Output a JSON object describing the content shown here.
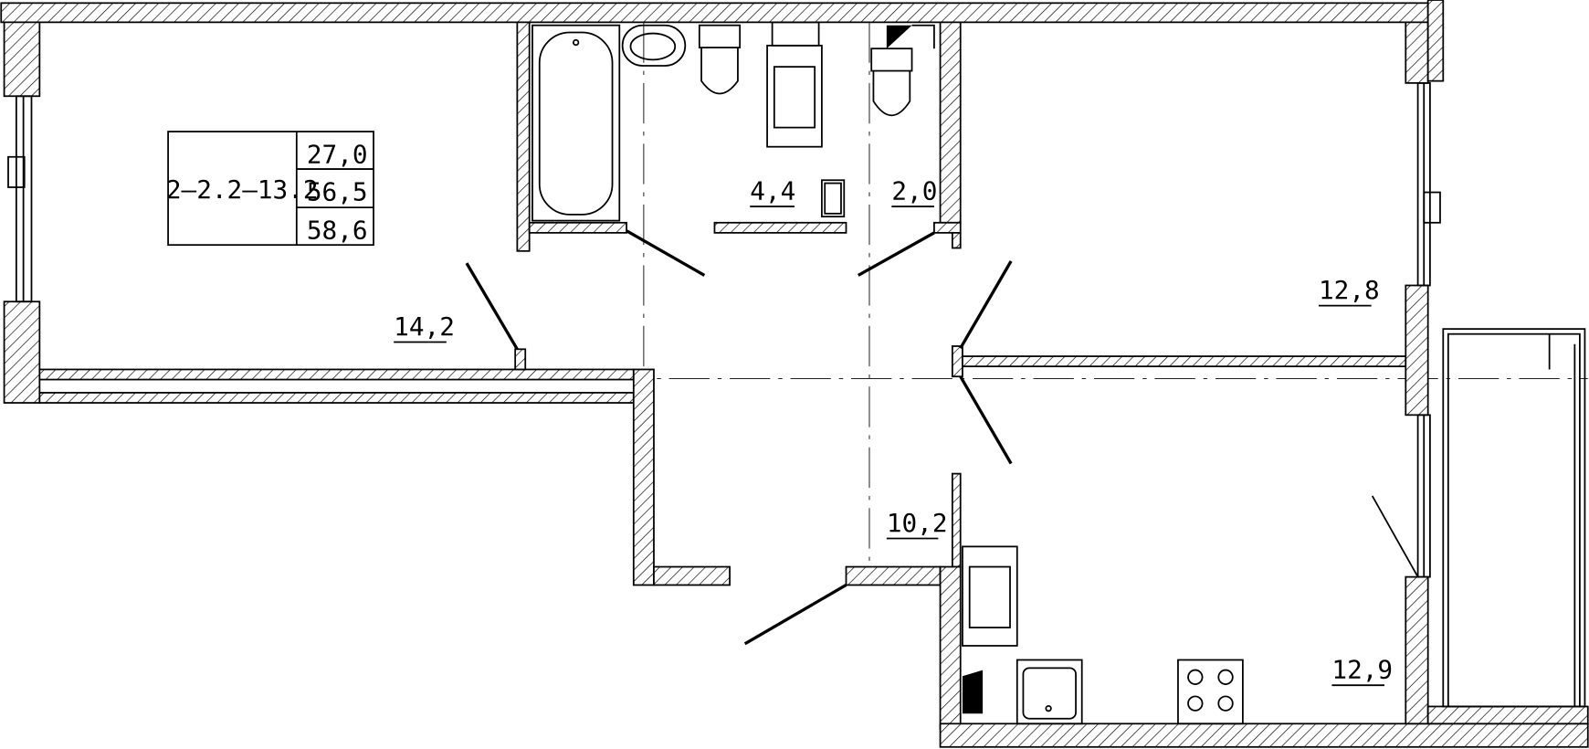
{
  "plan": {
    "apartment_code": "2–2.2–13.2",
    "area_living": "27,0",
    "area_total": "56,5",
    "area_with_balcony": "58,6"
  },
  "rooms": {
    "living_room": "14,2",
    "bathroom": "4,4",
    "toilet": "2,0",
    "bedroom": "12,8",
    "hallway": "10,2",
    "kitchen": "12,9"
  }
}
